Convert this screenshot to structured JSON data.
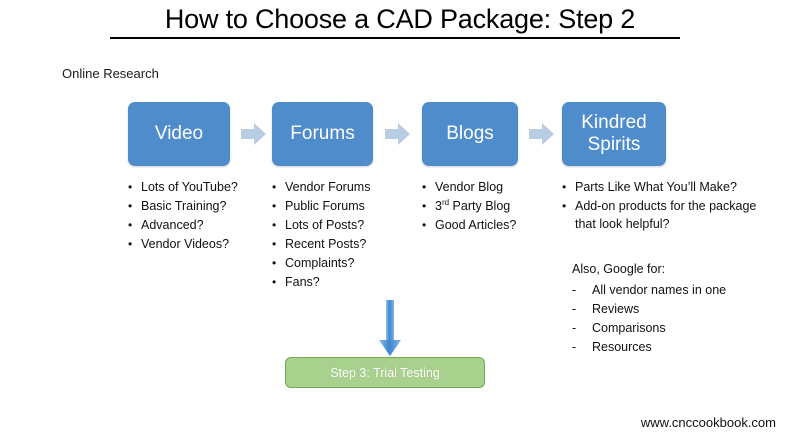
{
  "slide": {
    "title": "How to Choose a CAD Package: Step 2",
    "section_label": "Online Research",
    "footer": "www.cnccookbook.com",
    "colors": {
      "box_blue": "#4e8ccc",
      "chevron_blue": "#b8cce4",
      "arrow_blue": "#4a90d9",
      "green_fill": "#a9d18e",
      "green_border": "#6eaa4f",
      "text": "#111111"
    }
  },
  "process": {
    "boxes": [
      {
        "label": "Video"
      },
      {
        "label": "Forums"
      },
      {
        "label": "Blogs"
      },
      {
        "label": "Kindred\nSpirits"
      }
    ],
    "connectors": [
      {
        "icon": "chevron-right-arrow-icon"
      },
      {
        "icon": "chevron-right-arrow-icon"
      },
      {
        "icon": "chevron-right-arrow-icon"
      }
    ]
  },
  "columns": [
    {
      "name": "video",
      "bullet_mark": "•",
      "items": [
        "Lots of YouTube?",
        "Basic Training?",
        "Advanced?",
        "Vendor Videos?"
      ]
    },
    {
      "name": "forums",
      "bullet_mark": "•",
      "items": [
        "Vendor Forums",
        "Public Forums",
        "Lots of Posts?",
        "Recent Posts?",
        "Complaints?",
        "Fans?"
      ]
    },
    {
      "name": "blogs",
      "bullet_mark": "•",
      "items": [
        "Vendor Blog",
        "3rd Party Blog",
        "Good Articles?"
      ],
      "items_html": [
        "Vendor Blog",
        "3<sup>rd</sup> Party Blog",
        "Good Articles?"
      ]
    },
    {
      "name": "kindred-spirits",
      "bullet_mark": "•",
      "items": [
        "Parts Like What You’ll Make?",
        "Add-on products for the package that look helpful?"
      ]
    }
  ],
  "google_block": {
    "title": "Also, Google for:",
    "dash_mark": "-",
    "items": [
      "All vendor names in one",
      "Reviews",
      "Comparisons",
      "Resources"
    ]
  },
  "flow_down": {
    "icon": "down-arrow-icon"
  },
  "next_step": {
    "label": "Step 3: Trial Testing"
  }
}
